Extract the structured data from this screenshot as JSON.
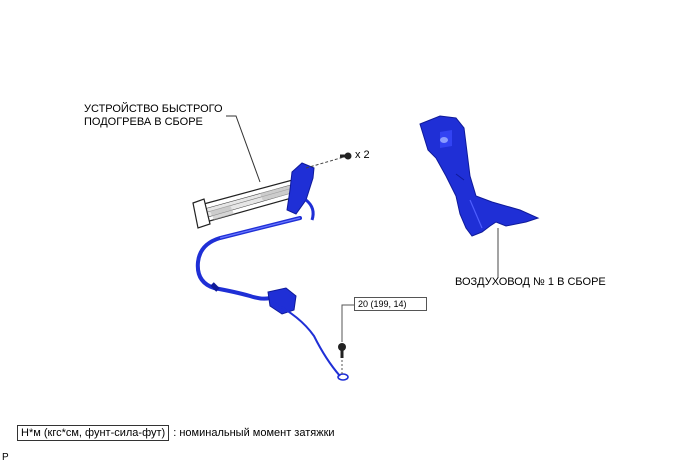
{
  "parts": {
    "heater": {
      "label_line1": "УСТРОЙСТВО БЫСТРОГО",
      "label_line2": "ПОДОГРЕВА В СБОРЕ"
    },
    "screw": {
      "qty": "x 2"
    },
    "duct": {
      "label": "ВОЗДУХОВОД № 1 В СБОРЕ"
    },
    "bolt": {
      "torque": "20 (199, 14)"
    }
  },
  "legend": {
    "unit_box": "Н*м (кгс*см, фунт-сила-фут)",
    "description": ": номинальный момент затяжки"
  },
  "footer": {
    "mark": "P"
  },
  "colors": {
    "part_blue": "#1f2fd6",
    "part_dark": "#0f1a9a",
    "line": "#333333"
  }
}
